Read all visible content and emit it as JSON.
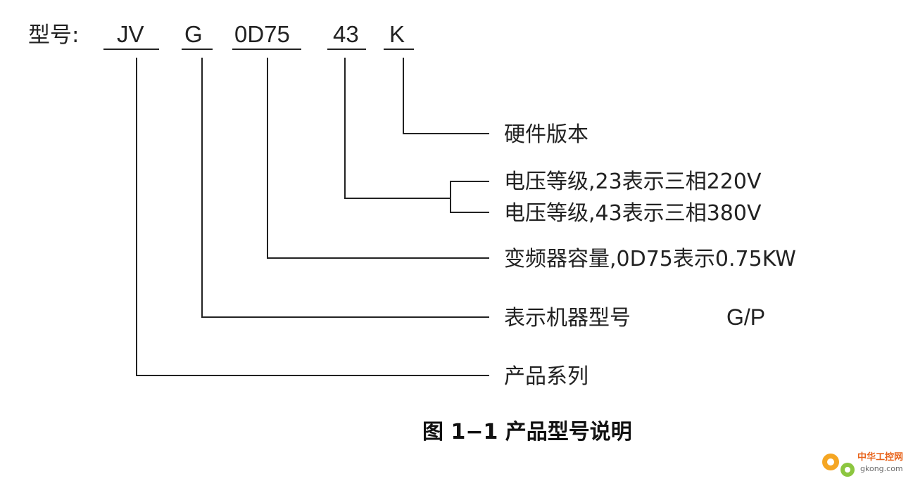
{
  "model_prefix": "型号:",
  "segments": [
    "JV",
    "G",
    "0D75",
    "43",
    "K"
  ],
  "descriptions": {
    "hardware_version": "硬件版本",
    "voltage_23": "电压等级,23表示三相220V",
    "voltage_43": "电压等级,43表示三相380V",
    "capacity": "变频器容量,0D75表示0.75KW",
    "machine_type": "表示机器型号",
    "machine_type_values": "G/P",
    "series": "产品系列"
  },
  "caption": "图 1−1  产品型号说明",
  "watermark": {
    "line1": "中华工控网",
    "line2": "gkong.com",
    "icon": "gear-icon"
  }
}
